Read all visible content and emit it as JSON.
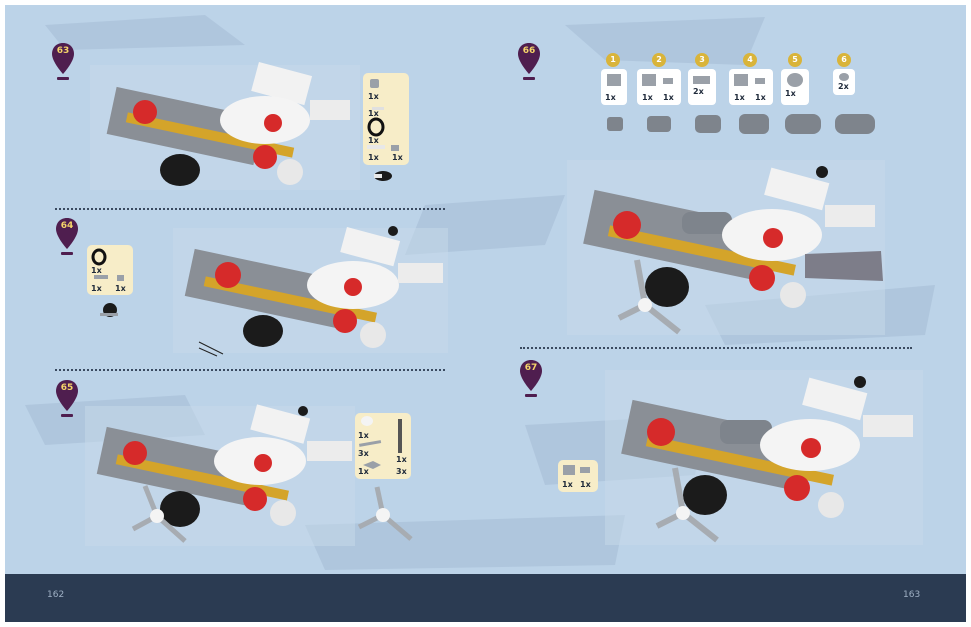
{
  "pages": {
    "left": "162",
    "right": "163"
  },
  "steps": [
    {
      "number": "63",
      "parts": [
        "1x",
        "1x",
        "1x",
        "1x",
        "1x"
      ]
    },
    {
      "number": "64",
      "parts": [
        "1x",
        "1x",
        "1x"
      ]
    },
    {
      "number": "65",
      "parts": [
        "1x",
        "3x",
        "1x",
        "1x",
        "3x"
      ]
    },
    {
      "number": "66",
      "substeps": [
        {
          "num": "1",
          "qty": [
            "1x"
          ]
        },
        {
          "num": "2",
          "qty": [
            "1x",
            "1x"
          ]
        },
        {
          "num": "3",
          "qty": [
            "2x"
          ]
        },
        {
          "num": "4",
          "qty": [
            "1x",
            "1x"
          ]
        },
        {
          "num": "5",
          "qty": [
            "1x"
          ]
        },
        {
          "num": "6",
          "qty": [
            "2x"
          ]
        }
      ]
    },
    {
      "number": "67",
      "parts": [
        "1x",
        "1x"
      ]
    }
  ],
  "colors": {
    "background": "#bcd3e8",
    "footer": "#2b3b52",
    "pin": "#4f1e4f",
    "pin_text": "#f6d56a",
    "parts_panel": "#f7edc8",
    "roundel": "#d62a2a"
  }
}
